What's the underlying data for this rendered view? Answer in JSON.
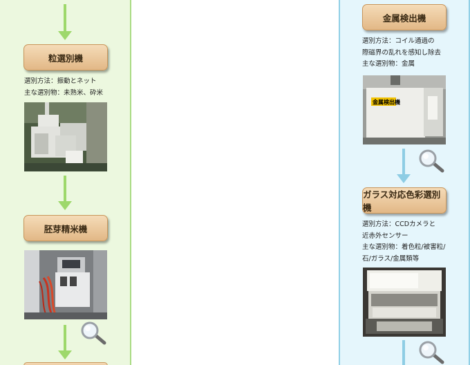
{
  "left": {
    "rice_sorter": {
      "title": "粒選別機",
      "desc": [
        "選別方法：振動とネット",
        "主な選別物：未熟米、砕米"
      ]
    },
    "germ_polisher": {
      "title": "胚芽精米機"
    }
  },
  "right": {
    "metal_detector": {
      "title": "金属検出機",
      "desc": [
        "選別方法：コイル通過の",
        "際磁界の乱れを感知し除去",
        "主な選別物：金属"
      ],
      "photo_label": "金属検出機"
    },
    "color_sorter": {
      "title": "ガラス対応色彩選別機",
      "desc": [
        "選別方法：CCDカメラと",
        "近赤外センサー",
        "主な選別物：着色粒/被害粒/",
        "石/ガラス/金属類等"
      ]
    }
  },
  "colors": {
    "left_bg": "#ecf8df",
    "right_bg": "#e5f6fc",
    "button_fill": "#e8c79b",
    "arrow_green": "#9ed86b",
    "arrow_blue": "#8ecde4"
  },
  "icons": {
    "zoom": "magnifier-icon",
    "flow": "down-arrow-icon"
  }
}
